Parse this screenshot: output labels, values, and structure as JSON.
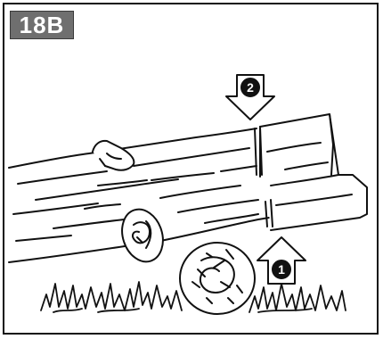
{
  "figure": {
    "label": "18B",
    "markers": [
      {
        "number": "1",
        "glyph": "1",
        "direction": "up"
      },
      {
        "number": "2",
        "glyph": "2",
        "direction": "down"
      }
    ],
    "colors": {
      "ink": "#111111",
      "label_bg": "#6f6f6f",
      "label_text": "#ffffff",
      "paper": "#ffffff"
    }
  }
}
